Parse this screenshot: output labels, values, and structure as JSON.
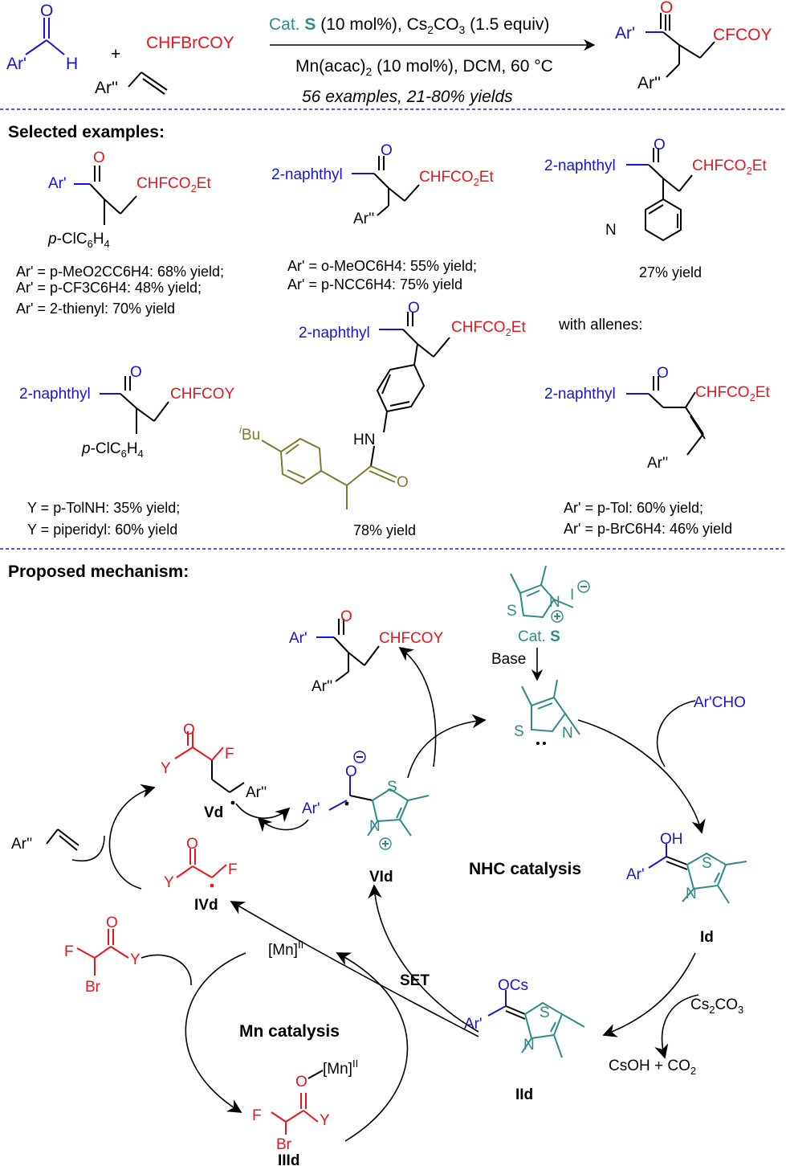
{
  "header": {
    "reagent_top_prefix": "Cat. ",
    "reagent_top_bold": "S",
    "reagent_top_suffix": " (10 mol%), Cs",
    "reagent_top_sub": "2",
    "reagent_top_tail": "CO",
    "reagent_top_sub2": "3",
    "reagent_top_end": " (1.5 equiv)",
    "reagent_mid_a": "Mn(acac)",
    "reagent_mid_sub": "2",
    "reagent_mid_b": " (10 mol%), DCM, 60 °C",
    "reagent_bottom": "56 examples, 21-80% yields",
    "plus": "+",
    "aldehyde_ar": "Ar'",
    "aldehyde_o": "O",
    "aldehyde_h": "H",
    "bromide": "CHFBrCOY",
    "alkene_ar": "Ar''",
    "product_ar": "Ar'",
    "product_o": "O",
    "product_chain": "CFCOY",
    "product_ar2": "Ar''"
  },
  "examples": {
    "heading": "Selected examples:",
    "ex1": {
      "ar": "Ar'",
      "o": "O",
      "chain_a": "CHFCO",
      "chain_sub": "2",
      "chain_b": "Et",
      "sub_i": "p",
      "sub_a": "-ClC",
      "sub_s1": "6",
      "sub_b": "H",
      "sub_s2": "4",
      "yields": [
        "Ar' = p-MeO2CC6H4: 68% yield;",
        "Ar' = p-CF3C6H4: 48% yield;",
        "Ar' = 2-thienyl: 70% yield"
      ]
    },
    "ex2": {
      "ar": "2-naphthyl",
      "o": "O",
      "chain_a": "CHFCO",
      "chain_sub": "2",
      "chain_b": "Et",
      "ar2": "Ar''",
      "yields": [
        "Ar' = o-MeOC6H4: 55% yield;",
        "Ar' = p-NCC6H4: 75% yield"
      ]
    },
    "ex3": {
      "ar": "2-naphthyl",
      "o": "O",
      "chain_a": "CHFCO",
      "chain_sub": "2",
      "chain_b": "Et",
      "n": "N",
      "yield": "27% yield"
    },
    "ex4": {
      "ar": "2-naphthyl",
      "o": "O",
      "chain": "CHFCOY",
      "sub_i": "p",
      "sub_a": "-ClC",
      "sub_s1": "6",
      "sub_b": "H",
      "sub_s2": "4",
      "yields": [
        "Y = p-TolNH: 35% yield;",
        "Y = piperidyl: 60% yield"
      ]
    },
    "ex5": {
      "ar": "2-naphthyl",
      "o": "O",
      "chain_a": "CHFCO",
      "chain_sub": "2",
      "chain_b": "Et",
      "hn": "HN",
      "ibu_sup": "i",
      "ibu": "Bu",
      "o2": "O",
      "yield": "78% yield"
    },
    "ex6": {
      "label": "with allenes:",
      "ar": "2-naphthyl",
      "o": "O",
      "chain_a": "CHFCO",
      "chain_sub": "2",
      "chain_b": "Et",
      "ar2": "Ar''",
      "yields": [
        "Ar' = p-Tol: 60% yield;",
        "Ar' = p-BrC6H4: 46% yield"
      ]
    }
  },
  "mechanism": {
    "heading": "Proposed mechanism:",
    "cat_label_a": "Cat. ",
    "cat_label_b": "S",
    "base": "Base",
    "iodide": "I",
    "nhc_cycle": "NHC catalysis",
    "mn_cycle": "Mn catalysis",
    "set": "SET",
    "mn_species": "[Mn]",
    "mn_ox": "II",
    "archo": "Ar'CHO",
    "cs2co3_a": "Cs",
    "cs2co3_s1": "2",
    "cs2co3_b": "CO",
    "cs2co3_s2": "3",
    "csoh_a": "CsOH + CO",
    "csoh_s": "2",
    "labels": {
      "Id": "Id",
      "IId": "IId",
      "IIId": "IIId",
      "IVd": "IVd",
      "Vd": "Vd",
      "VId": "VId"
    },
    "product": {
      "ar": "Ar'",
      "o": "O",
      "chain": "CHFCOY",
      "ar2": "Ar''"
    },
    "atoms": {
      "S": "S",
      "N": "N",
      "O": "O",
      "OH": "OH",
      "OCs": "OCs",
      "F": "F",
      "Br": "Br",
      "Y": "Y",
      "Ar1": "Ar'",
      "Ar2": "Ar''"
    }
  }
}
